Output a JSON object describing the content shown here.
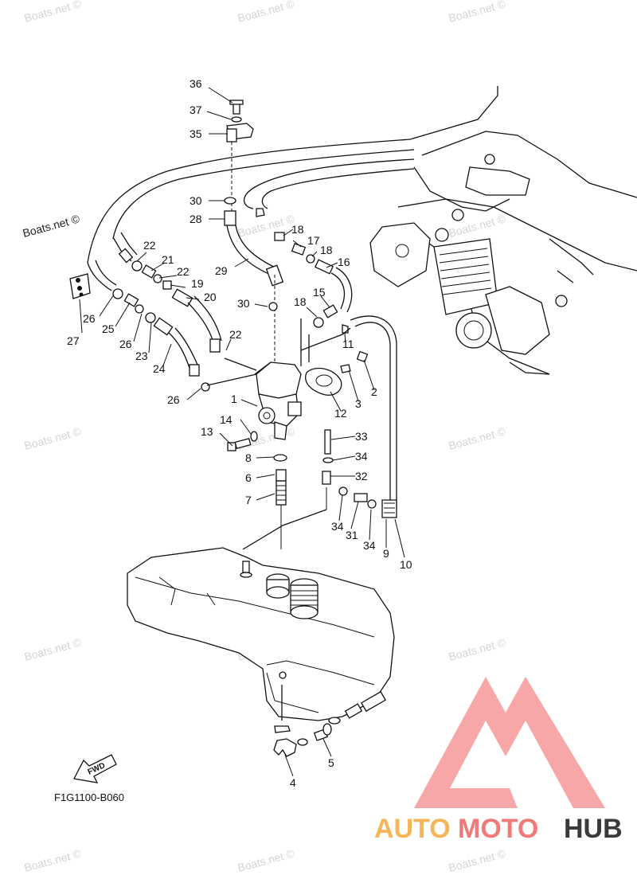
{
  "diagram": {
    "drawing_code": "F1G1100-B060",
    "direction_tag": "FWD",
    "watermark_text": "Boats.net ©",
    "part_labels": [
      "1",
      "2",
      "3",
      "4",
      "5",
      "6",
      "7",
      "8",
      "9",
      "10",
      "11",
      "12",
      "13",
      "14",
      "15",
      "16",
      "17",
      "18",
      "19",
      "20",
      "21",
      "22",
      "23",
      "24",
      "25",
      "26",
      "27",
      "28",
      "29",
      "30",
      "31",
      "32",
      "33",
      "34",
      "35",
      "36",
      "37"
    ]
  },
  "brand_logo": {
    "text_part_1": "AUTO",
    "text_part_2": "MOTO",
    "text_part_3": "HUB",
    "colors": {
      "auto": "#f5b65a",
      "moto": "#f07a7a",
      "hub": "#3a3a3a",
      "triangle": "#f26d6d"
    }
  }
}
